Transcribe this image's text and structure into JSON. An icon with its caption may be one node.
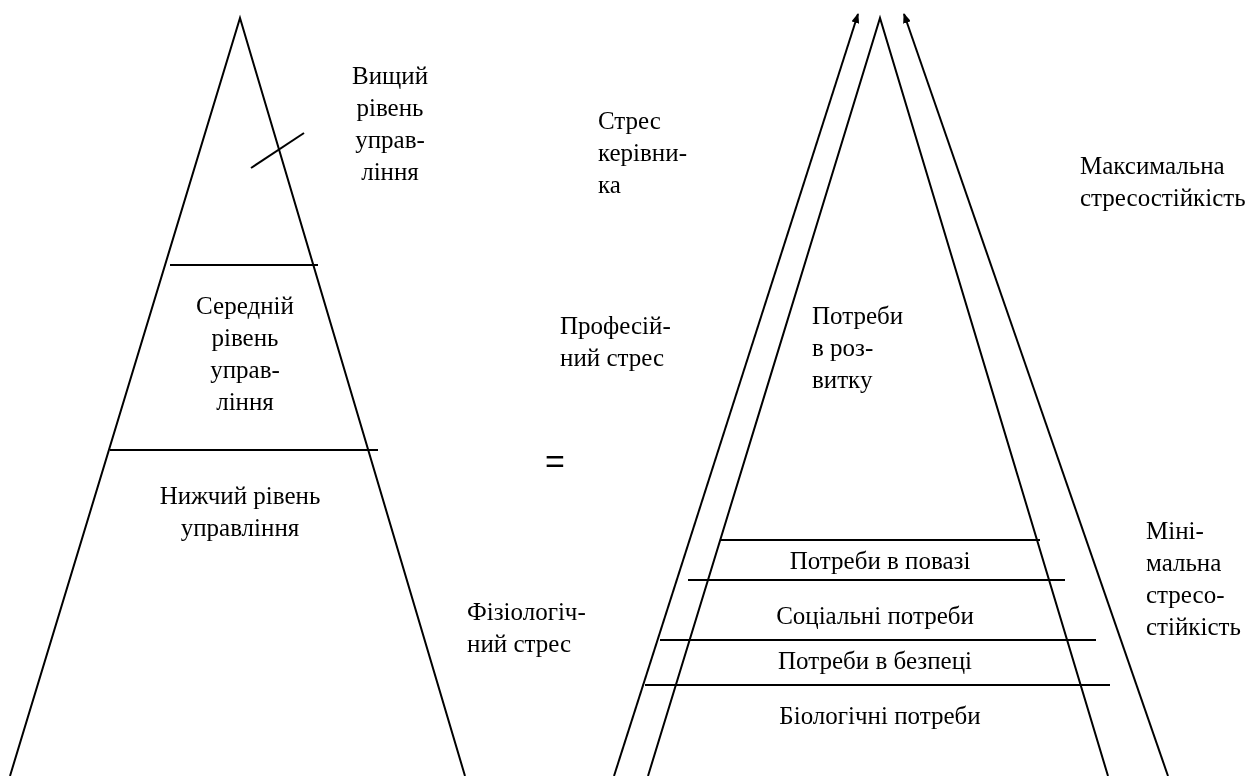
{
  "diagram": {
    "nodes": [
      {
        "text": [],
        "shape": "triangle"
      },
      {
        "text": [
          "Вищий рівень управ- ління"
        ],
        "in": 0
      },
      {
        "text": [
          "Середній рівень управ- ління"
        ],
        "in": 0
      },
      {
        "text": [
          "Нижчий рівень управління"
        ],
        "in": 0
      },
      {
        "text": [],
        "shape": "triangle"
      },
      {
        "text": [
          "Потреби в роз- витку"
        ],
        "in": 4
      },
      {
        "text": [
          "Потреби в повазі"
        ],
        "in": 4
      },
      {
        "text": [
          "Соціальні потреби"
        ],
        "in": 4
      },
      {
        "text": [
          "Потреби в безпеці"
        ],
        "in": 4
      },
      {
        "text": [
          "Біологічні потреби"
        ],
        "in": 4
      }
    ],
    "edges": [],
    "labels": [
      "Стрес керівни- ка",
      "Максимальна стресостійкість",
      "Професій- ний стрес",
      "=",
      "Фізіологіч- ний стрес",
      "Міні- мальна стресо- стійкість"
    ]
  }
}
